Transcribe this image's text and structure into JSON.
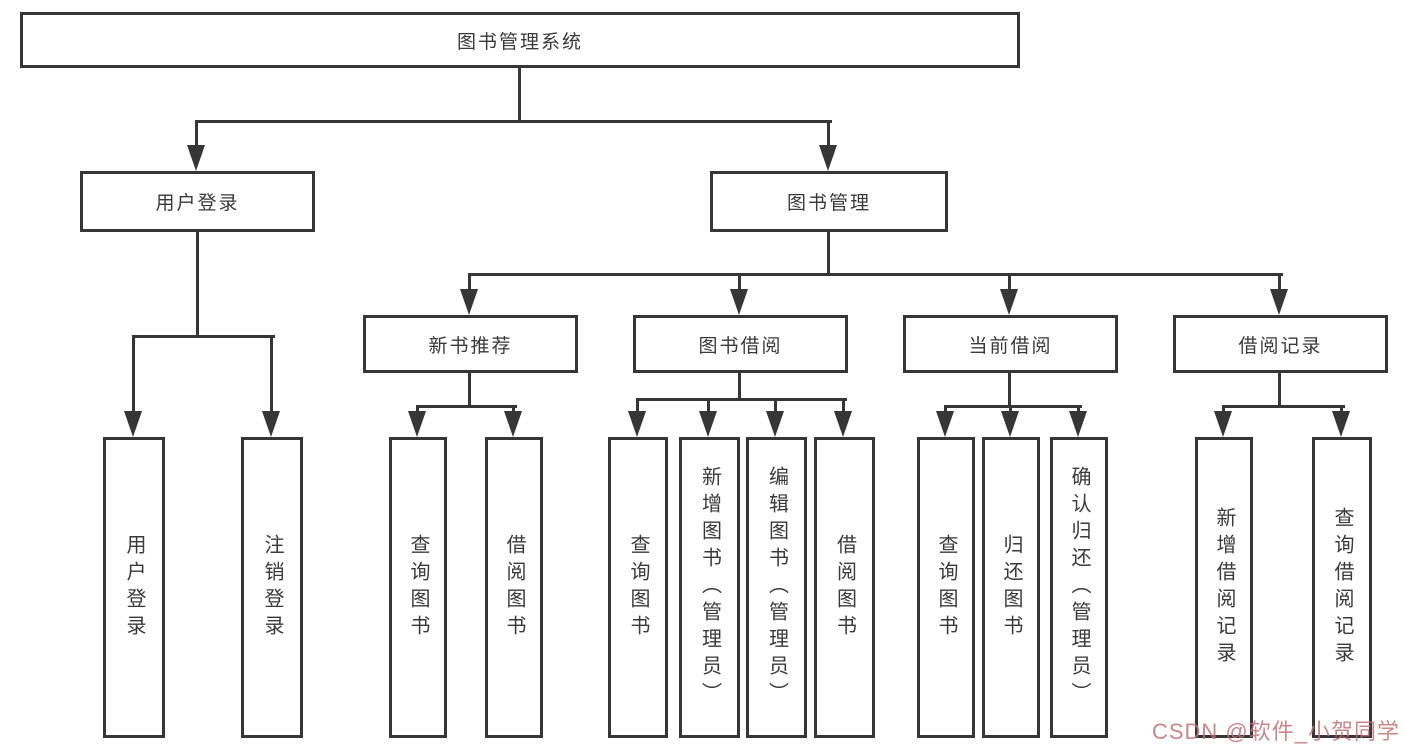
{
  "diagram": {
    "root": {
      "label": "图书管理系统"
    },
    "level2": [
      {
        "label": "用户登录"
      },
      {
        "label": "图书管理"
      }
    ],
    "level3": [
      {
        "label": "新书推荐"
      },
      {
        "label": "图书借阅"
      },
      {
        "label": "当前借阅"
      },
      {
        "label": "借阅记录"
      }
    ],
    "leaves": {
      "login": [
        {
          "label": "用户登录"
        },
        {
          "label": "注销登录"
        }
      ],
      "recommend": [
        {
          "label": "查询图书"
        },
        {
          "label": "借阅图书"
        }
      ],
      "borrow": [
        {
          "label": "查询图书"
        },
        {
          "label": "新增图书（管理员）"
        },
        {
          "label": "编辑图书（管理员）"
        },
        {
          "label": "借阅图书"
        }
      ],
      "current": [
        {
          "label": "查询图书"
        },
        {
          "label": "归还图书"
        },
        {
          "label": "确认归还（管理员）"
        }
      ],
      "records": [
        {
          "label": "新增借阅记录"
        },
        {
          "label": "查询借阅记录"
        }
      ]
    },
    "watermark": "CSDN @软件_小贺同学",
    "colors": {
      "line": "#363636",
      "text": "#3a3a3a",
      "background": "#ffffff",
      "watermark": "#c57075"
    }
  }
}
